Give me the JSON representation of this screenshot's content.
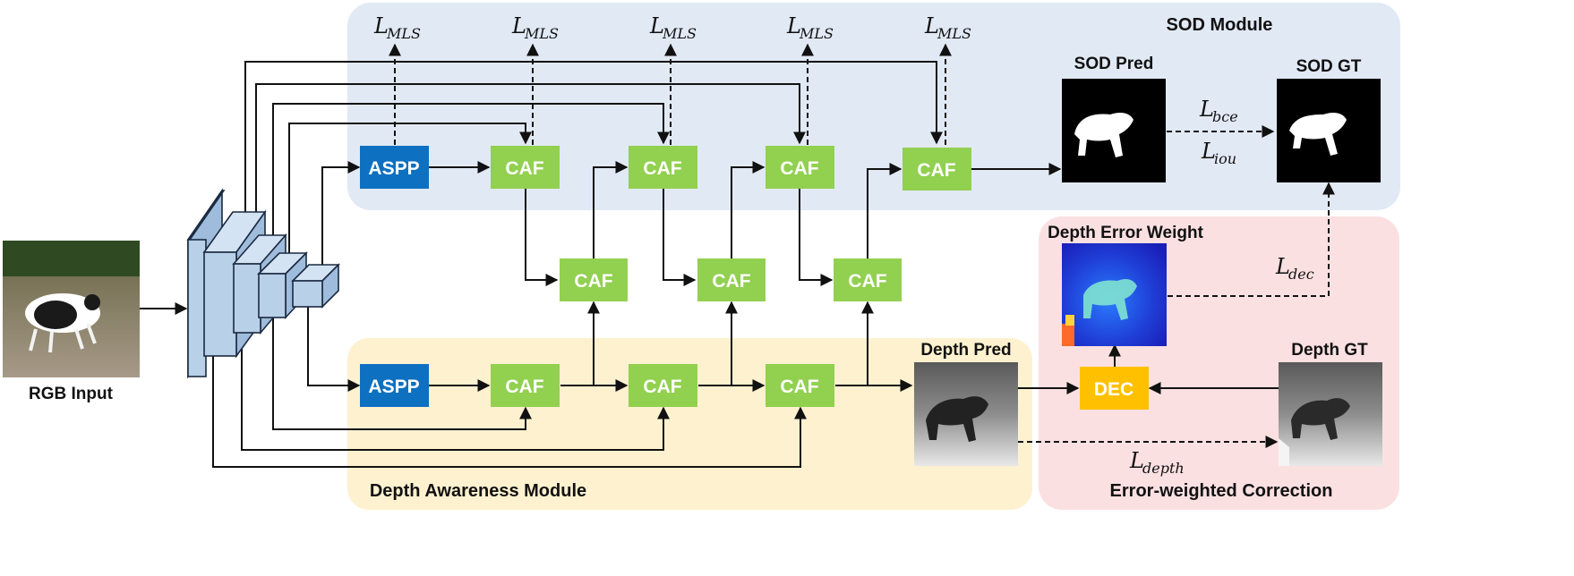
{
  "modules": {
    "sod": "SOD Module",
    "depth": "Depth Awareness Module",
    "error": "Error-weighted Correction"
  },
  "blocks": {
    "aspp": "ASPP",
    "caf": "CAF",
    "dec": "DEC"
  },
  "images": {
    "rgb_input": "RGB Input",
    "sod_pred": "SOD Pred",
    "sod_gt": "SOD GT",
    "depth_pred": "Depth Pred",
    "depth_gt": "Depth GT",
    "depth_error_weight": "Depth Error Weight"
  },
  "losses": {
    "mls": {
      "base": "L",
      "sub": "MLS"
    },
    "bce": {
      "base": "L",
      "sub": "bce"
    },
    "iou": {
      "base": "L",
      "sub": "iou"
    },
    "dec": {
      "base": "L",
      "sub": "dec"
    },
    "depth": {
      "base": "L",
      "sub": "depth"
    }
  },
  "colors": {
    "sod_bg": "#e1e9f5",
    "depth_bg": "#fdf1cf",
    "error_bg": "#fbe0e2",
    "aspp": "#0e70c0",
    "caf": "#92d050",
    "dec": "#ffc000",
    "encoder": "#b8d0e8"
  }
}
